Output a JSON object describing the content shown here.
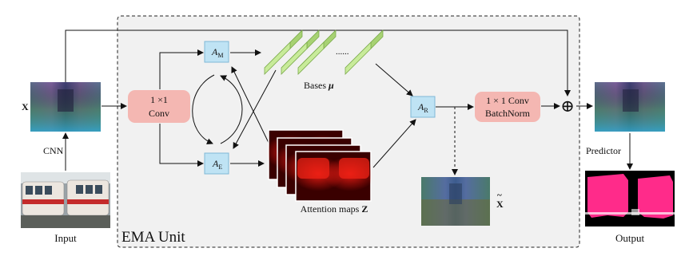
{
  "unit_title": "EMA Unit",
  "input_label": "Input",
  "cnn_label": "CNN",
  "x_label": "X",
  "conv": {
    "line1": "1 ×1",
    "line2": "Conv"
  },
  "conv_bn": {
    "line1": "1 × 1 Conv",
    "line2": "BatchNorm"
  },
  "a_m": {
    "base": "A",
    "sub": "M"
  },
  "a_e": {
    "base": "A",
    "sub": "E"
  },
  "a_r": {
    "base": "A",
    "sub": "R"
  },
  "bases_label": "Bases",
  "bases_symbol": "μ",
  "dots": "......",
  "attention_label": "Attention maps",
  "attention_symbol": "Z",
  "x_tilde_label": "X",
  "x_tilde_mark": "~",
  "sum_symbol": "⊕",
  "predictor_label": "Predictor",
  "output_label": "Output",
  "colors": {
    "node_fill": "#bfe3f4",
    "node_stroke": "#7fb8d6",
    "conv_fill": "#f4b7b2",
    "base_fill": "#d6f0b0",
    "base_stroke": "#7cab4c",
    "attention_red": "#d81212",
    "output_pink": "#ff2b8a"
  }
}
